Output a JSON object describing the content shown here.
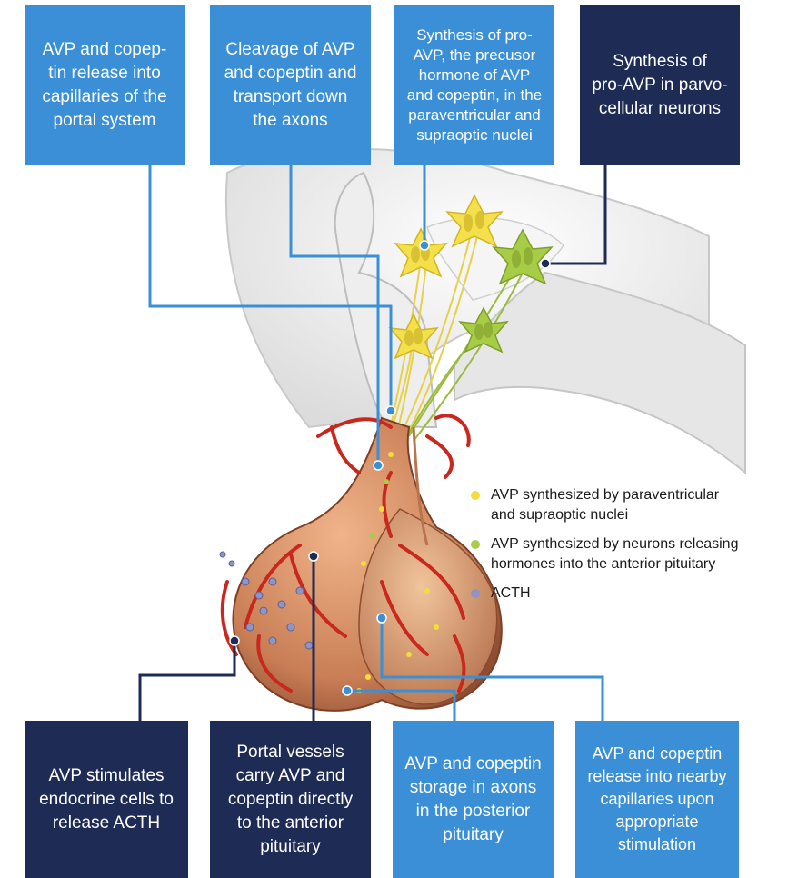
{
  "boxes": {
    "top": [
      {
        "id": "release-capillaries-portal",
        "text": "AVP and copep-\ntin release into\ncapillaries of the\nportal system",
        "style": "light"
      },
      {
        "id": "cleavage-transport",
        "text": "Cleavage of AVP\nand copeptin and\ntransport down\nthe axons",
        "style": "light"
      },
      {
        "id": "synthesis-pro-avp-nuclei",
        "text": "Synthesis of pro-\nAVP, the precusor\nhormone of AVP\nand copeptin, in the\nparaventricular and\nsupraoptic nuclei",
        "style": "light"
      },
      {
        "id": "synthesis-parvocellular",
        "text": "Synthesis of\npro-AVP in parvo-\ncellular neurons",
        "style": "dark"
      }
    ],
    "bottom": [
      {
        "id": "avp-stimulates-endocrine",
        "text": "AVP stimulates\nendocrine cells to\nrelease ACTH",
        "style": "dark"
      },
      {
        "id": "portal-vessels-carry",
        "text": "Portal vessels\ncarry AVP and\ncopeptin directly\nto the anterior\npituitary",
        "style": "dark"
      },
      {
        "id": "storage-posterior",
        "text": "AVP and copeptin\nstorage in axons\nin the posterior\npituitary",
        "style": "light"
      },
      {
        "id": "release-nearby-capillaries",
        "text": "AVP and copeptin\nrelease into nearby\ncapillaries upon\nappropriate\nstimulation",
        "style": "light"
      }
    ]
  },
  "legend": [
    {
      "text": "AVP synthesized by paraventricular\nand supraoptic nuclei",
      "color": "#f2de3a"
    },
    {
      "text": "AVP synthesized by neurons releasing\nhormones into the anterior pituitary",
      "color": "#a9cc4a"
    },
    {
      "text": "ACTH",
      "color": "#8e94c4"
    }
  ],
  "colors": {
    "light_box": "#3a8fd6",
    "dark_box": "#1d2b55",
    "light_line": "#3a8fd6",
    "dark_line": "#1d2b55",
    "vessel_red": "#c8281e",
    "yellow_neuron": "#f2de3a",
    "green_neuron": "#a9cc4a",
    "pituitary_tissue": "#d8926a"
  }
}
